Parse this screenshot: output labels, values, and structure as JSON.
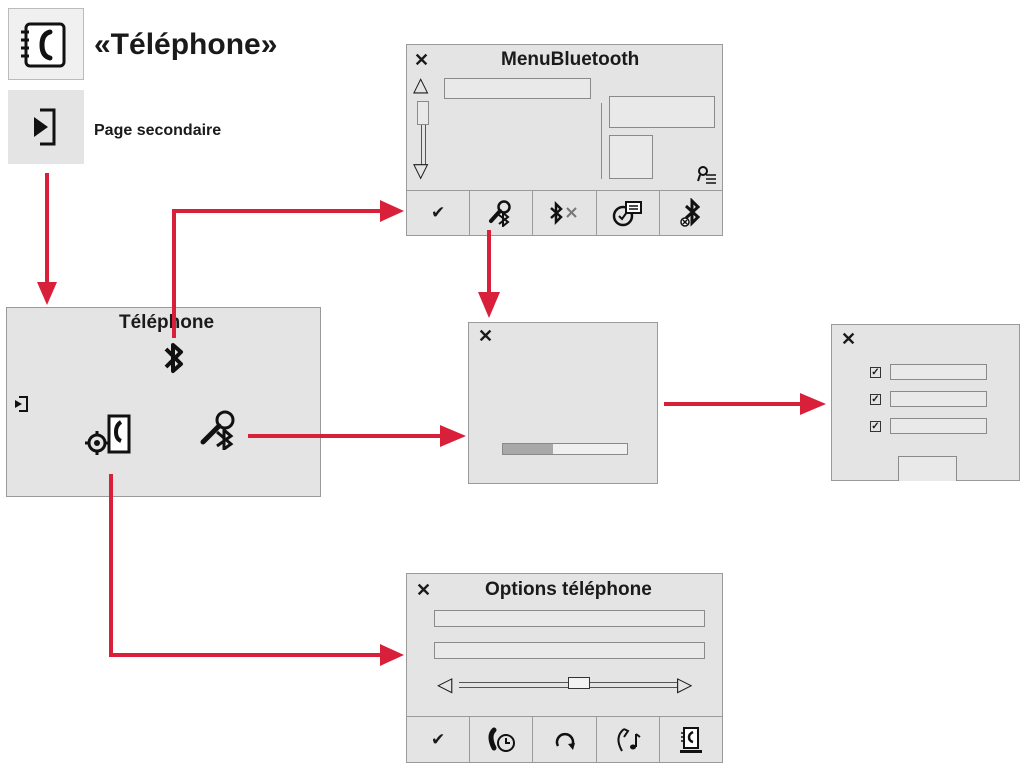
{
  "header": {
    "title": "«Téléphone»",
    "secondary_label": "Page secondaire",
    "icons": [
      "phone-book-icon",
      "exit-page-icon"
    ]
  },
  "telephone_panel": {
    "title": "Téléphone",
    "icons": [
      "bluetooth-icon",
      "exit-icon",
      "phone-settings-icon",
      "search-device-icon"
    ]
  },
  "bluetooth_menu": {
    "title": "MenuBluetooth",
    "close": "✕",
    "up_glyph": "△",
    "down_glyph": "▽",
    "toolbar": [
      "confirm-icon",
      "search-device-icon",
      "bluetooth-disconnect-icon",
      "contact-connect-icon",
      "bluetooth-delete-icon"
    ],
    "confirm_glyph": "✔"
  },
  "search_panel": {
    "close": "✕",
    "progress": 0.4
  },
  "results_panel": {
    "close": "✕"
  },
  "options_panel": {
    "title": "Options téléphone",
    "close": "✕",
    "slider_left": "◁",
    "slider_right": "▷",
    "slider_level": 0.55,
    "toolbar": [
      "confirm-icon",
      "call-history-icon",
      "refresh-icon",
      "ringtone-icon",
      "phone-book-icon"
    ],
    "confirm_glyph": "✔"
  },
  "colors": {
    "arrow": "#d8203a",
    "panel": "#e4e4e4",
    "panel_border": "#9a9a9a"
  }
}
